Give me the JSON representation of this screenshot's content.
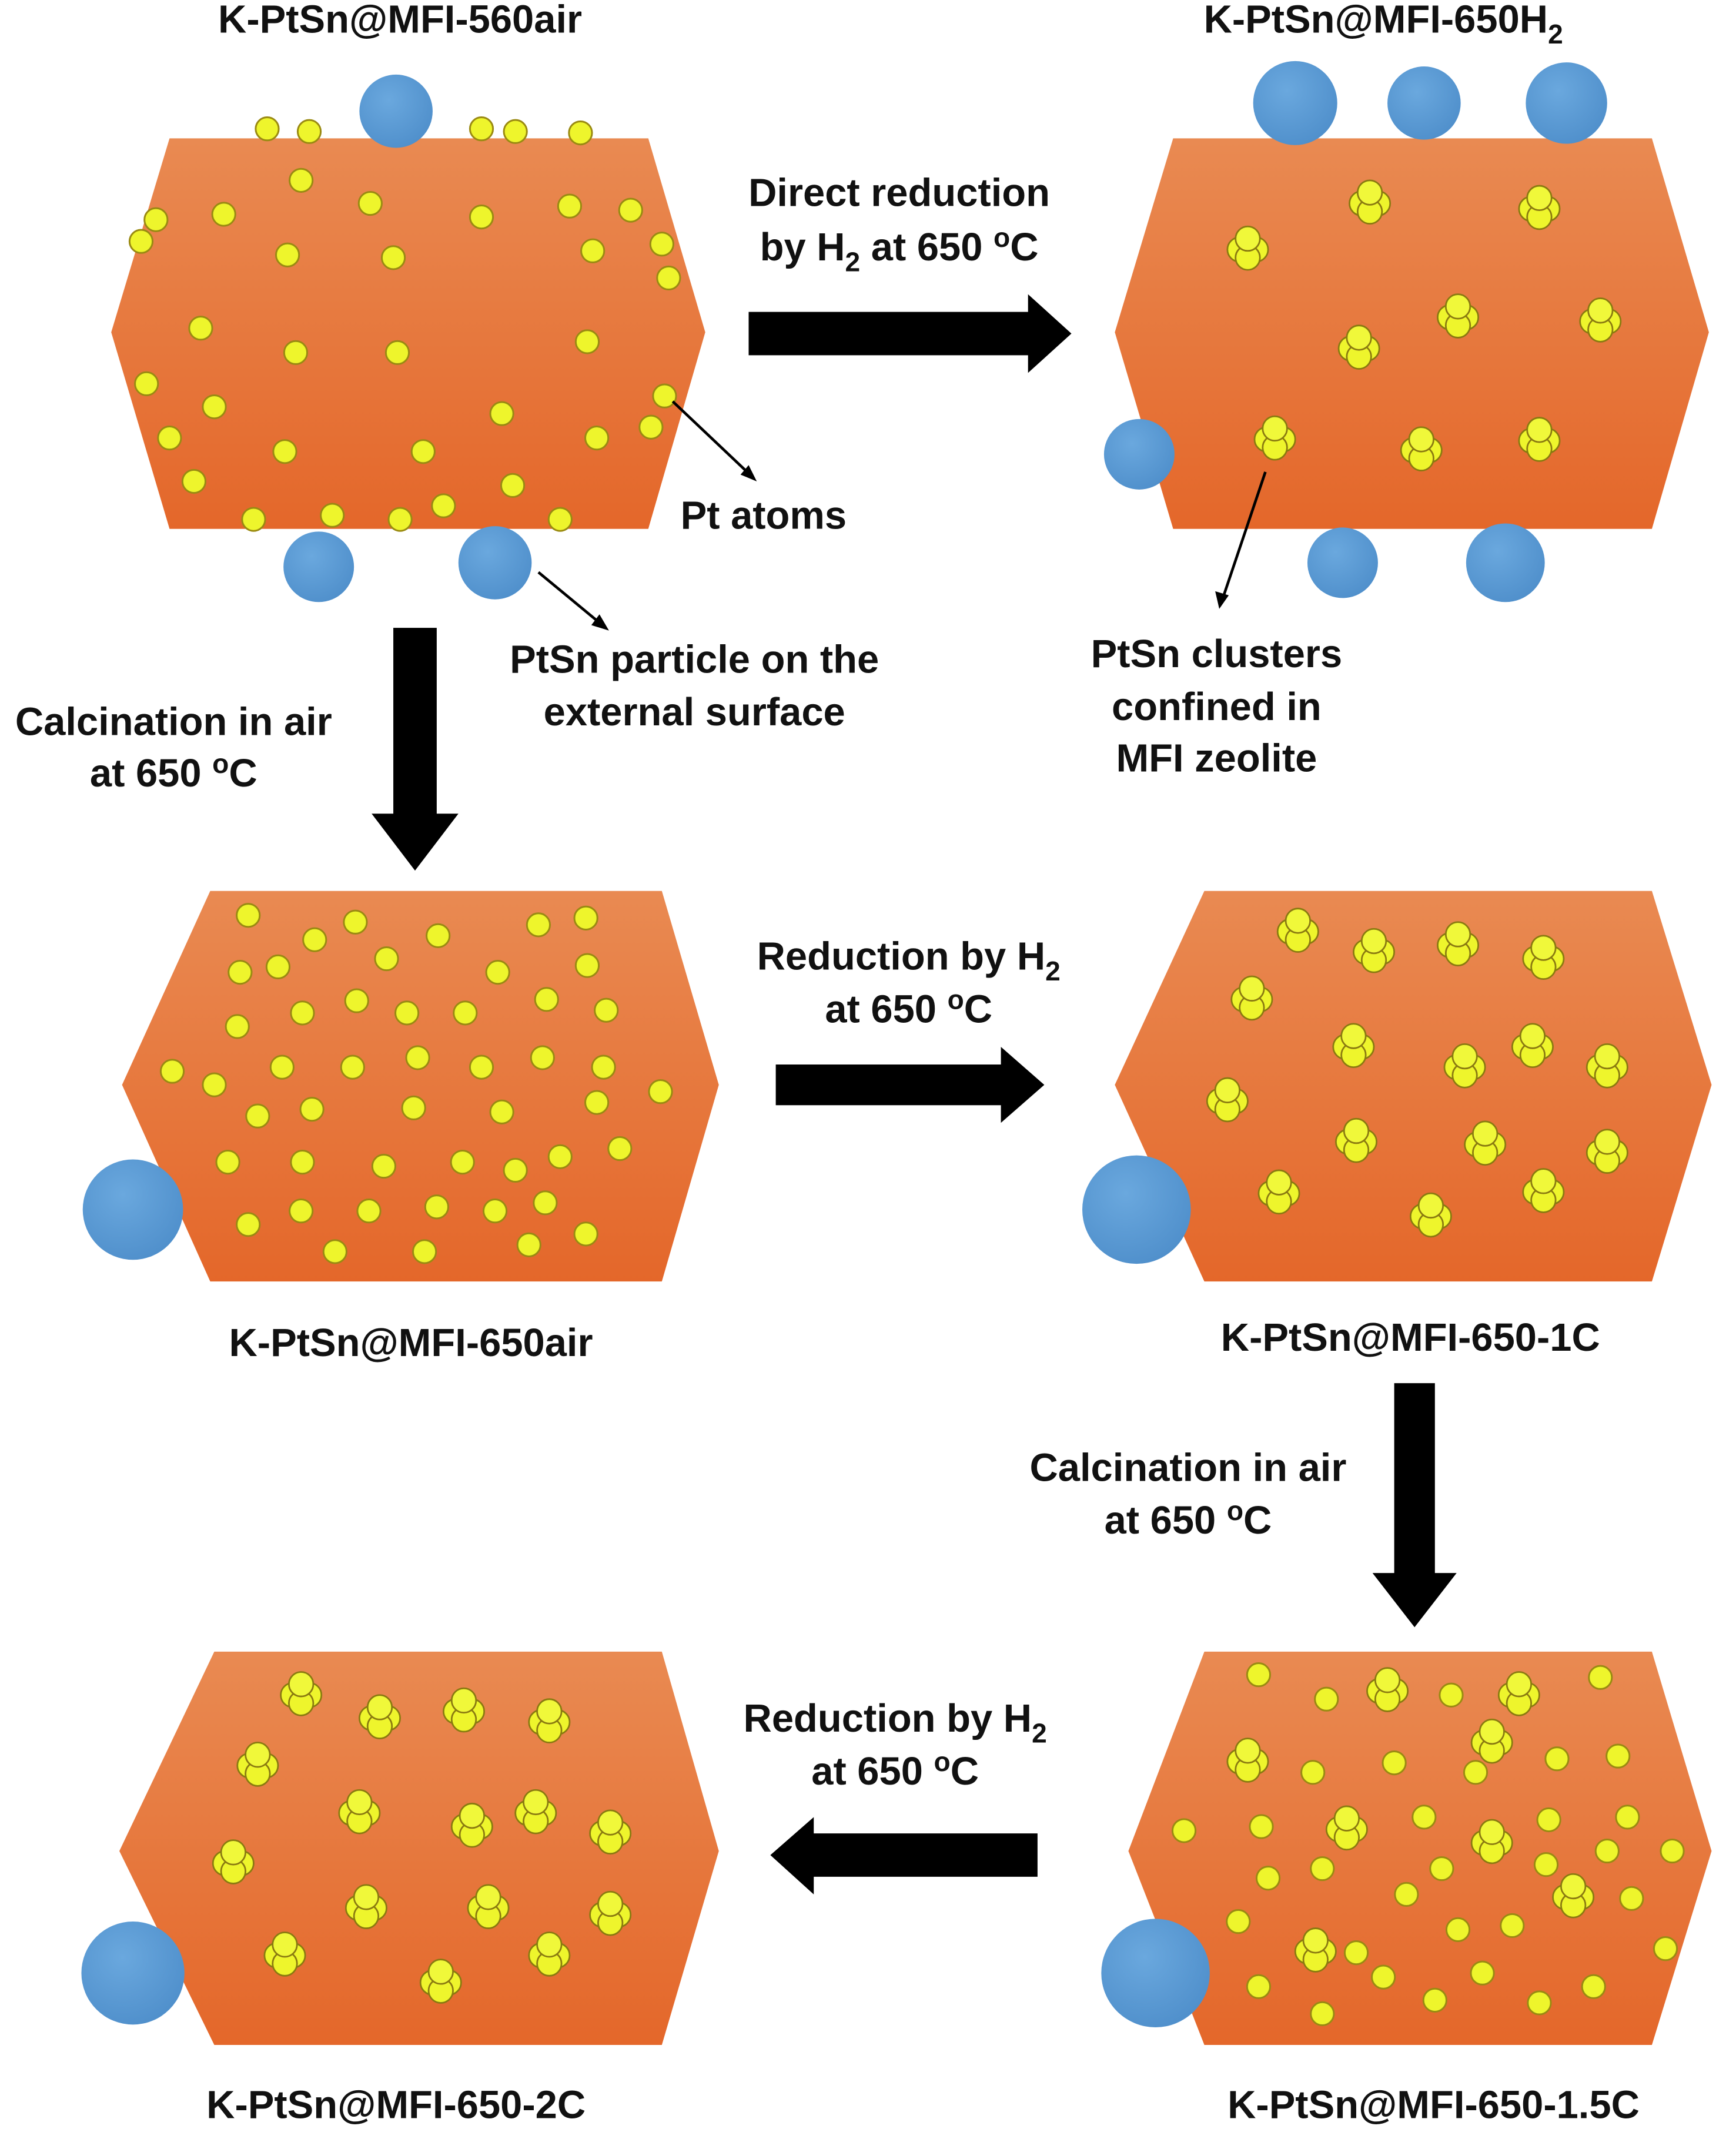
{
  "colors": {
    "zeolite_top": "#e98a52",
    "zeolite_bottom": "#e4672a",
    "pt_atom": "#eef52c",
    "particle": "#5b9bd5",
    "arrow": "#000000"
  },
  "samples": {
    "a": {
      "main": "K-PtSn@MFI-560air"
    },
    "b": {
      "main": "K-PtSn@MFI-650H",
      "sub": "2"
    },
    "c": {
      "main": "K-PtSn@MFI-650air"
    },
    "d": {
      "main": "K-PtSn@MFI-650-1C"
    },
    "e": {
      "main": "K-PtSn@MFI-650-2C"
    },
    "f": {
      "main": "K-PtSn@MFI-650-1.5C"
    }
  },
  "steps": {
    "direct_reduction": {
      "line1": "Direct reduction",
      "line2a": "by H",
      "line2sub": "2",
      "line2b": " at 650 ",
      "deg": "o",
      "unit": "C"
    },
    "calcination_1": {
      "line1": "Calcination in air",
      "line2a": "at 650 ",
      "deg": "o",
      "unit": "C"
    },
    "reduction_1": {
      "line1a": "Reduction by H",
      "line1sub": "2",
      "line2a": "at 650 ",
      "deg": "o",
      "unit": "C"
    },
    "calcination_2": {
      "line1": "Calcination in air",
      "line2a": "at 650 ",
      "deg": "o",
      "unit": "C"
    },
    "reduction_2": {
      "line1a": "Reduction by H",
      "line1sub": "2",
      "line2a": "at 650 ",
      "deg": "o",
      "unit": "C"
    }
  },
  "annotations": {
    "pt_atoms": "Pt atoms",
    "ptsn_particle": [
      "PtSn particle on the",
      "external surface"
    ],
    "ptsn_clusters": [
      "PtSn clusters",
      "confined in",
      "MFI zeolite"
    ]
  }
}
